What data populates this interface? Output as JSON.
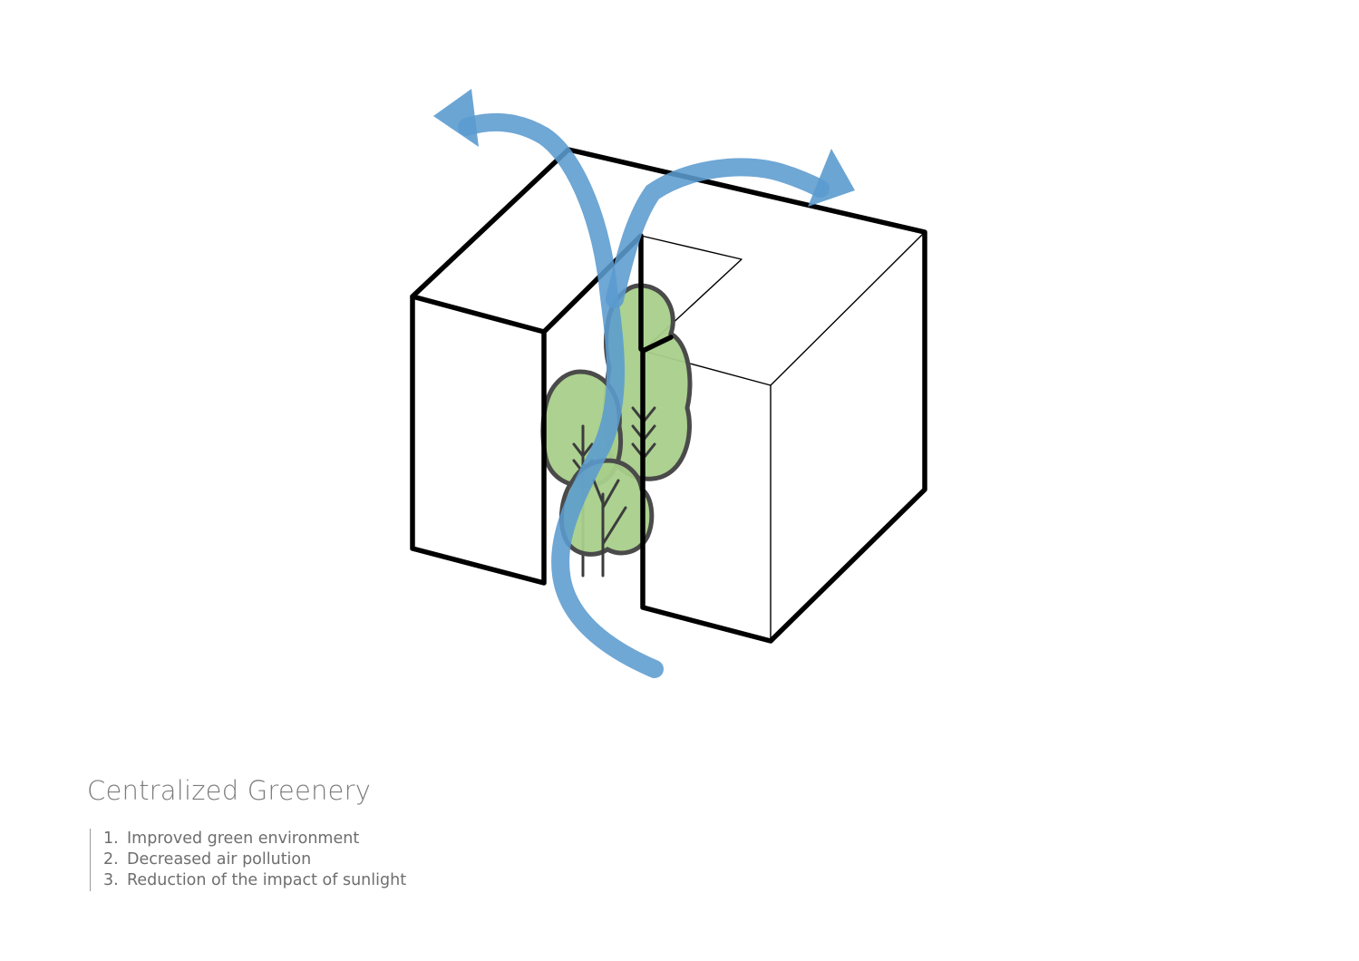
{
  "diagram": {
    "title": "Centralized Greenery",
    "items": [
      {
        "num": "1.",
        "text": "Improved green environment"
      },
      {
        "num": "2.",
        "text": "Decreased air pollution"
      },
      {
        "num": "3.",
        "text": "Reduction of the impact of sunlight"
      }
    ],
    "colors": {
      "building_outline": "#000000",
      "airflow": "#5b9bcf",
      "tree_fill": "#a8cf8a",
      "tree_outline": "#4a4a4a",
      "text": "#7c7c7c"
    },
    "icons": [
      "building-block-icon",
      "tree-icon",
      "airflow-arrow-icon"
    ]
  }
}
